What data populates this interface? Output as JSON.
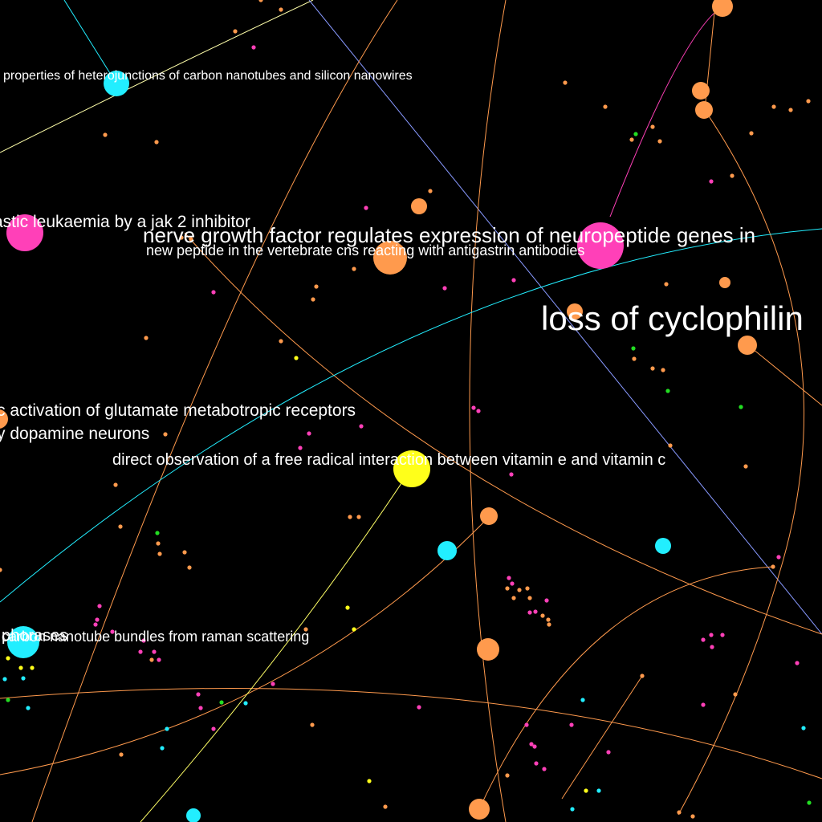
{
  "colors": {
    "background": "#000000",
    "orange": "#FF9A4D",
    "pink": "#FF40B8",
    "cyan": "#22EEFF",
    "yellow": "#FFFF1A",
    "green": "#22DD22",
    "label": "#FFFFFF",
    "edge_blue": "#8899FF"
  },
  "labels": {
    "nanotube_hetero": "properties of heterojunctions of carbon nanotubes and silicon nanowires",
    "leukaemia": "astic leukaemia by a jak 2 inhibitor",
    "ngf": "nerve growth factor regulates expression of neuropeptide genes in",
    "peptide": "new peptide in the vertebrate cns reacting with antigastrin antibodies",
    "cyclophilin": "loss of cyclophilin",
    "glutamate": "c activation of glutamate metabotropic receptors",
    "dopamine": "y dopamine neurons",
    "vitamin": "direct observation of a free radical interaction between vitamin e and vitamin c",
    "raman": "carbon nanotube bundles from raman scattering",
    "ases": "phorases"
  }
}
